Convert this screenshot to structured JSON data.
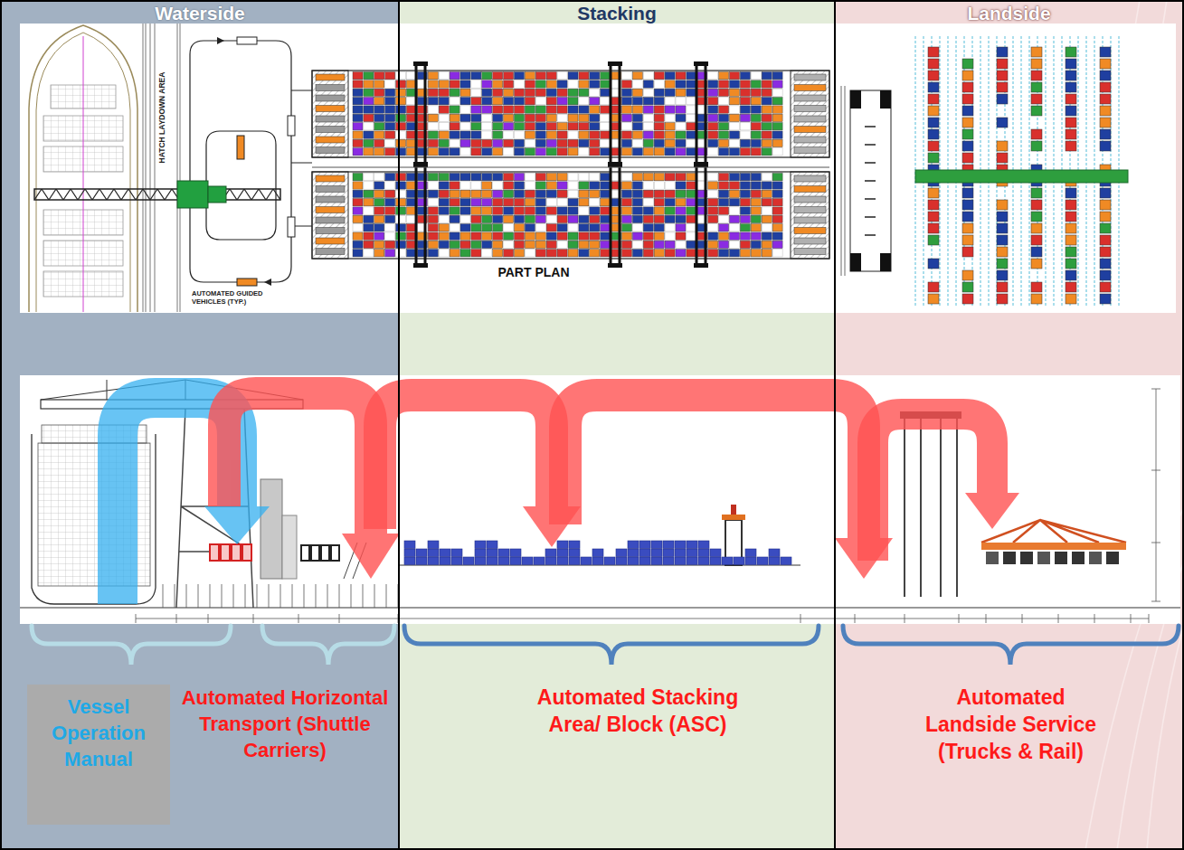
{
  "diagram": {
    "nodes": [
      {
        "text": [
          "Waterside"
        ]
      },
      {
        "text": [
          "Stacking"
        ]
      },
      {
        "text": [
          "Landside"
        ]
      },
      {
        "text": [
          "Vessel Operation Manual"
        ],
        "in": 0
      }
    ],
    "labels": [
      "HATCH LAYDOWN AREA",
      "PART PLAN",
      "AUTOMATED GUIDED VEHICLES (TYP.)",
      "Automated Horizontal Transport (Shuttle Carriers)",
      "Automated Stacking Area/ Block (ASC)",
      "Automated Landside Service (Trucks & Rail)"
    ]
  }
}
